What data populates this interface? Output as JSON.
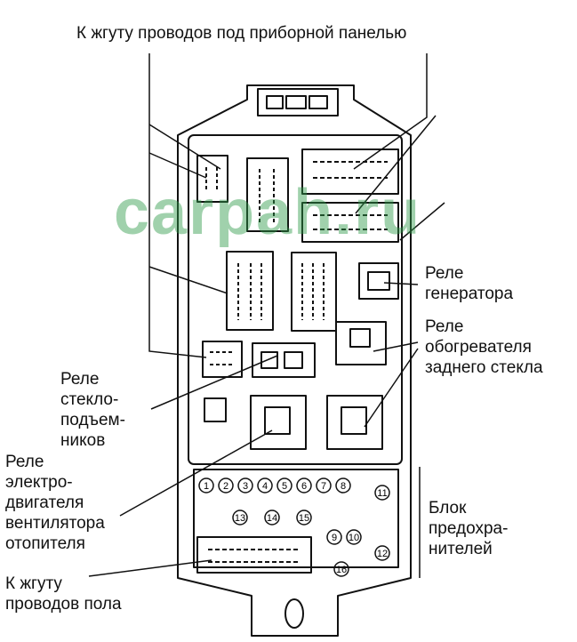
{
  "labels": {
    "top_harness": "К жгуту проводов под приборной панелью",
    "generator_relay": [
      "Реле",
      "генератора"
    ],
    "rear_heater_relay": [
      "Реле",
      "обогревателя",
      "заднего стекла"
    ],
    "window_relay": [
      "Реле",
      "стекло-",
      "подъем-",
      "ников"
    ],
    "fan_relay": [
      "Реле",
      "электро-",
      "двигателя",
      "вентилятора",
      "отопителя"
    ],
    "fuse_block": [
      "Блок",
      "предохра-",
      "нителей"
    ],
    "floor_harness": [
      "К жгуту",
      "проводов пола"
    ]
  },
  "watermark": "carpah.ru",
  "fuses": {
    "row1": [
      "1",
      "2",
      "3",
      "4",
      "5",
      "6",
      "7",
      "8"
    ],
    "row2": [
      "13",
      "14",
      "15"
    ],
    "row3": [
      "9",
      "10"
    ],
    "side": [
      "11",
      "12"
    ],
    "bottom": [
      "16"
    ]
  },
  "colors": {
    "line": "#111111",
    "watermark": "#2f9a4a"
  }
}
